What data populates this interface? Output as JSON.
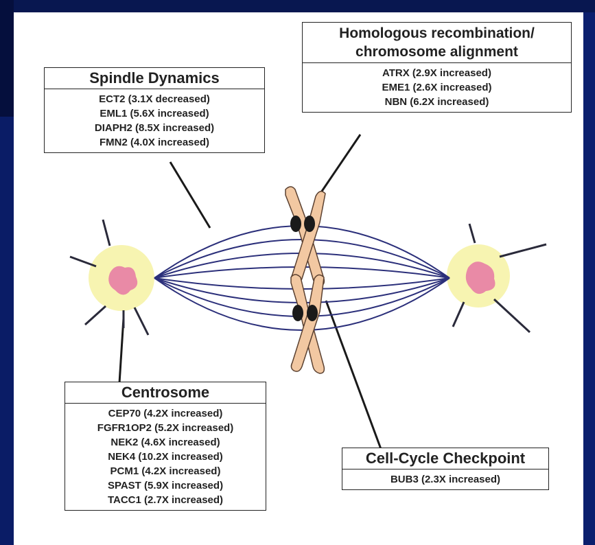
{
  "colors": {
    "slide_background": "#0b1f6e",
    "spindle_fibers": "#2b2f7a",
    "chromosome": "#f2c8a2",
    "centromere": "#1a1a1a",
    "centrosome_halo": "#f6f3a8",
    "centrosome_core": "#e98aa6"
  },
  "spindle_dynamics": {
    "title": "Spindle Dynamics",
    "items": [
      "ECT2 (3.1X decreased)",
      "EML1 (5.6X increased)",
      "DIAPH2 (8.5X increased)",
      "FMN2 (4.0X increased)"
    ]
  },
  "homologous": {
    "title_line1": "Homologous recombination/",
    "title_line2": "chromosome alignment",
    "items": [
      "ATRX (2.9X increased)",
      "EME1 (2.6X increased)",
      "NBN (6.2X increased)"
    ]
  },
  "centrosome": {
    "title": "Centrosome",
    "items": [
      "CEP70 (4.2X increased)",
      "FGFR1OP2 (5.2X increased)",
      "NEK2 (4.6X increased)",
      "NEK4 (10.2X increased)",
      "PCM1 (4.2X increased)",
      "SPAST (5.9X increased)",
      "TACC1 (2.7X increased)"
    ]
  },
  "checkpoint": {
    "title": "Cell-Cycle Checkpoint",
    "items": [
      "BUB3 (2.3X increased)"
    ]
  }
}
